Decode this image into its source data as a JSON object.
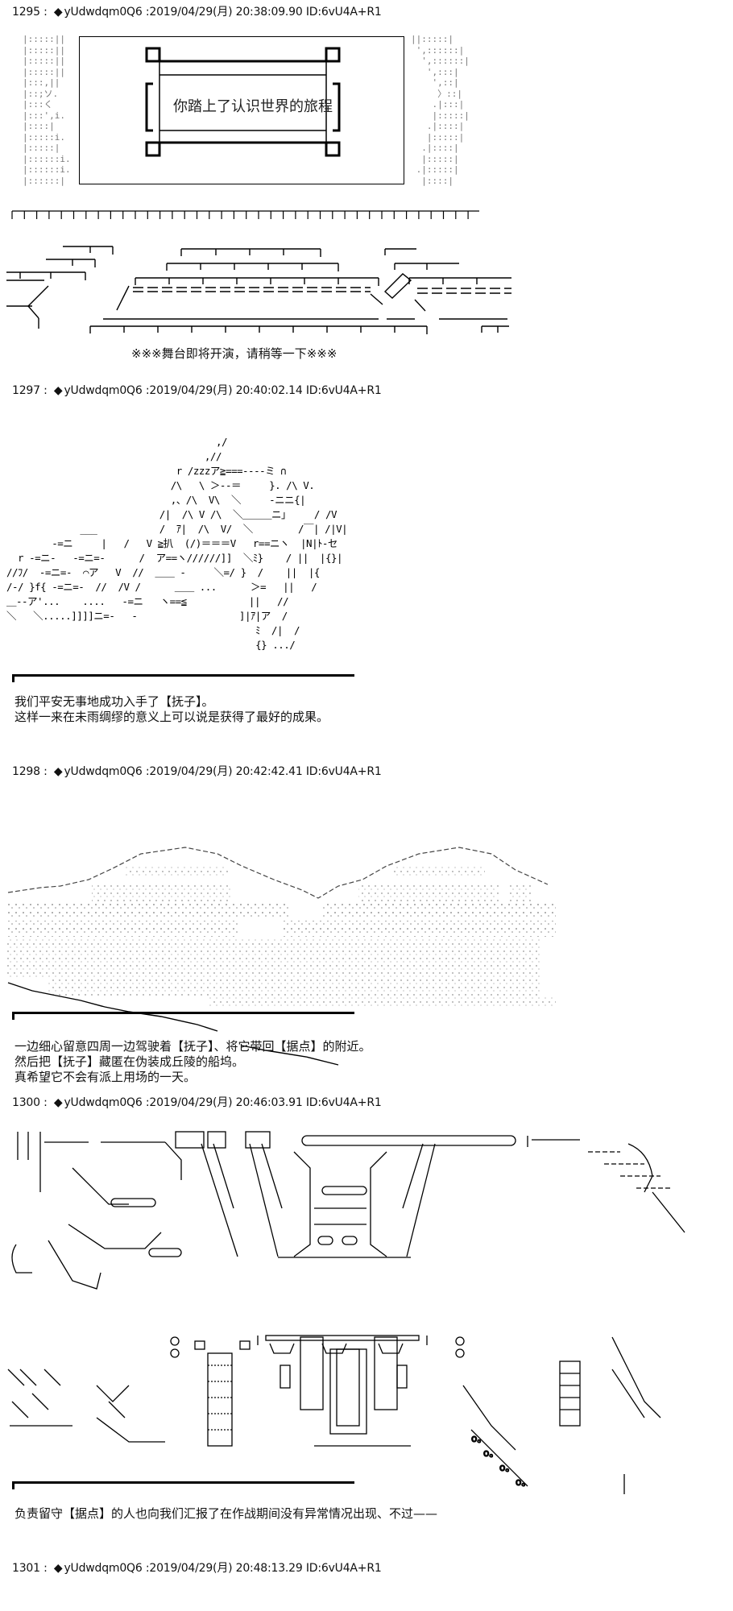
{
  "posts": [
    {
      "number": "1295",
      "author": "yUdwdqm0Q6",
      "date": "2019/04/29(月)",
      "time": "20:38:09.90",
      "id": "ID:6vU4A+R1",
      "stage_title": "你踏上了认识世界的旅程",
      "notice": "※※※舞台即将开演，请稍等一下※※※",
      "lines": []
    },
    {
      "number": "1297",
      "author": "yUdwdqm0Q6",
      "date": "2019/04/29(月)",
      "time": "20:40:02.14",
      "id": "ID:6vU4A+R1",
      "lines": [
        "我们平安无事地成功入手了【抚子】。",
        "这样一来在未雨绸缪的意义上可以说是获得了最好的成果。"
      ]
    },
    {
      "number": "1298",
      "author": "yUdwdqm0Q6",
      "date": "2019/04/29(月)",
      "time": "20:42:42.41",
      "id": "ID:6vU4A+R1",
      "lines": [
        "一边细心留意四周一边驾驶着【抚子】、将它带回【据点】的附近。",
        "然后把【抚子】藏匿在伪装成丘陵的船坞。",
        "真希望它不会有派上用场的一天。"
      ]
    },
    {
      "number": "1300",
      "author": "yUdwdqm0Q6",
      "date": "2019/04/29(月)",
      "time": "20:46:03.91",
      "id": "ID:6vU4A+R1",
      "lines": [
        "负责留守【据点】的人也向我们汇报了在作战期间没有异常情况出现、不过——"
      ]
    },
    {
      "number": "1301",
      "author": "yUdwdqm0Q6",
      "date": "2019/04/29(月)",
      "time": "20:48:13.29",
      "id": "ID:6vU4A+R1",
      "lines": []
    }
  ],
  "header_sep": " : ",
  "trip_marker": "◆",
  "art": {
    "stage_left": "|:::::||\n|:::::||\n|:::::||\n|:::::||\n|:::,||\n|::;ソ.\n|:::く\n|:::',i.\n|::::|\n|:::::i.\n|:::::|\n|::::::i.\n|::::::i.\n|::::::|",
    "stage_right": "||:::::|\n ',::::::|\n  ',::::::|\n   ',:::|\n    ',::|\n     〉::|\n    .|:::|\n    |:::::|\n   .|::::|\n   |:::::|\n  .|::::|\n  |:::::|\n .|:::::|\n  |::::|",
    "ship": "                                     ,/\n                                   ,//\n                              r /zzzア≧===-‐‐‐ミ ∩\n                             /\\   \\ ＞‐-＝     }. /\\ V.\n                             ,、/\\  V\\  ＼     -ニニ{|\n                           /|  /\\ V /\\  ＼＿＿＿ニ｣     / /V\n             ___           /  ｱ|  /\\  V/  ＼        /￣| /|V|\n        -=ニ     |   /   V ≧扒  (/)＝＝＝V   r==ニヽ  |N|ﾄ-セ\n  r -=ニ-   -=ニ=-      /  ア==ヽ//////]]  ＼ﾐ}    / ||  |{}|\n//ﾌ/  -=ニ=-  ⌒ア   V  //  ＿＿ ‐     ＼=/ }  /    ||  |{\n/-/ }f{ -=ニ=-  //  /V /      ＿＿ ...      ＞=   ||   /\n＿‐‐ア'...    ....   -=ニ   ヽ==≦           ||   //\n＼   ＼.....]]]]ニ=-   ‐                  ]|ｱ|ア  /\n                                            ﾐ  /|  /\n                                            {} .../"
  },
  "colors": {
    "background": "#ffffff",
    "text": "#111111",
    "separator": "#000000",
    "dots": "#777777"
  }
}
